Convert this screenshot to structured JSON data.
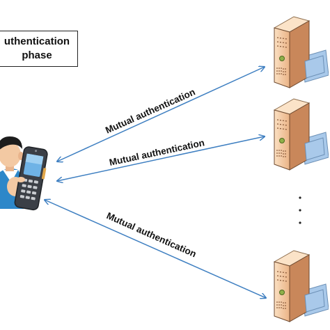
{
  "phase_box": {
    "line1": "uthentication",
    "line2": "phase"
  },
  "edges": [
    {
      "label": "Mutual authentication"
    },
    {
      "label": "Mutual authentication"
    },
    {
      "label": "Mutual authentication"
    }
  ],
  "icons": {
    "user": "user-with-mobile-phone-icon",
    "server": "server-tower-icon"
  },
  "colors": {
    "arrow": "#3e7fc1",
    "server_body": "#f2c69a",
    "server_side": "#c9875a",
    "card": "#a9c9ea",
    "hair": "#1d1d1d",
    "shirt": "#2d87c9",
    "skin": "#f3c9a3"
  }
}
